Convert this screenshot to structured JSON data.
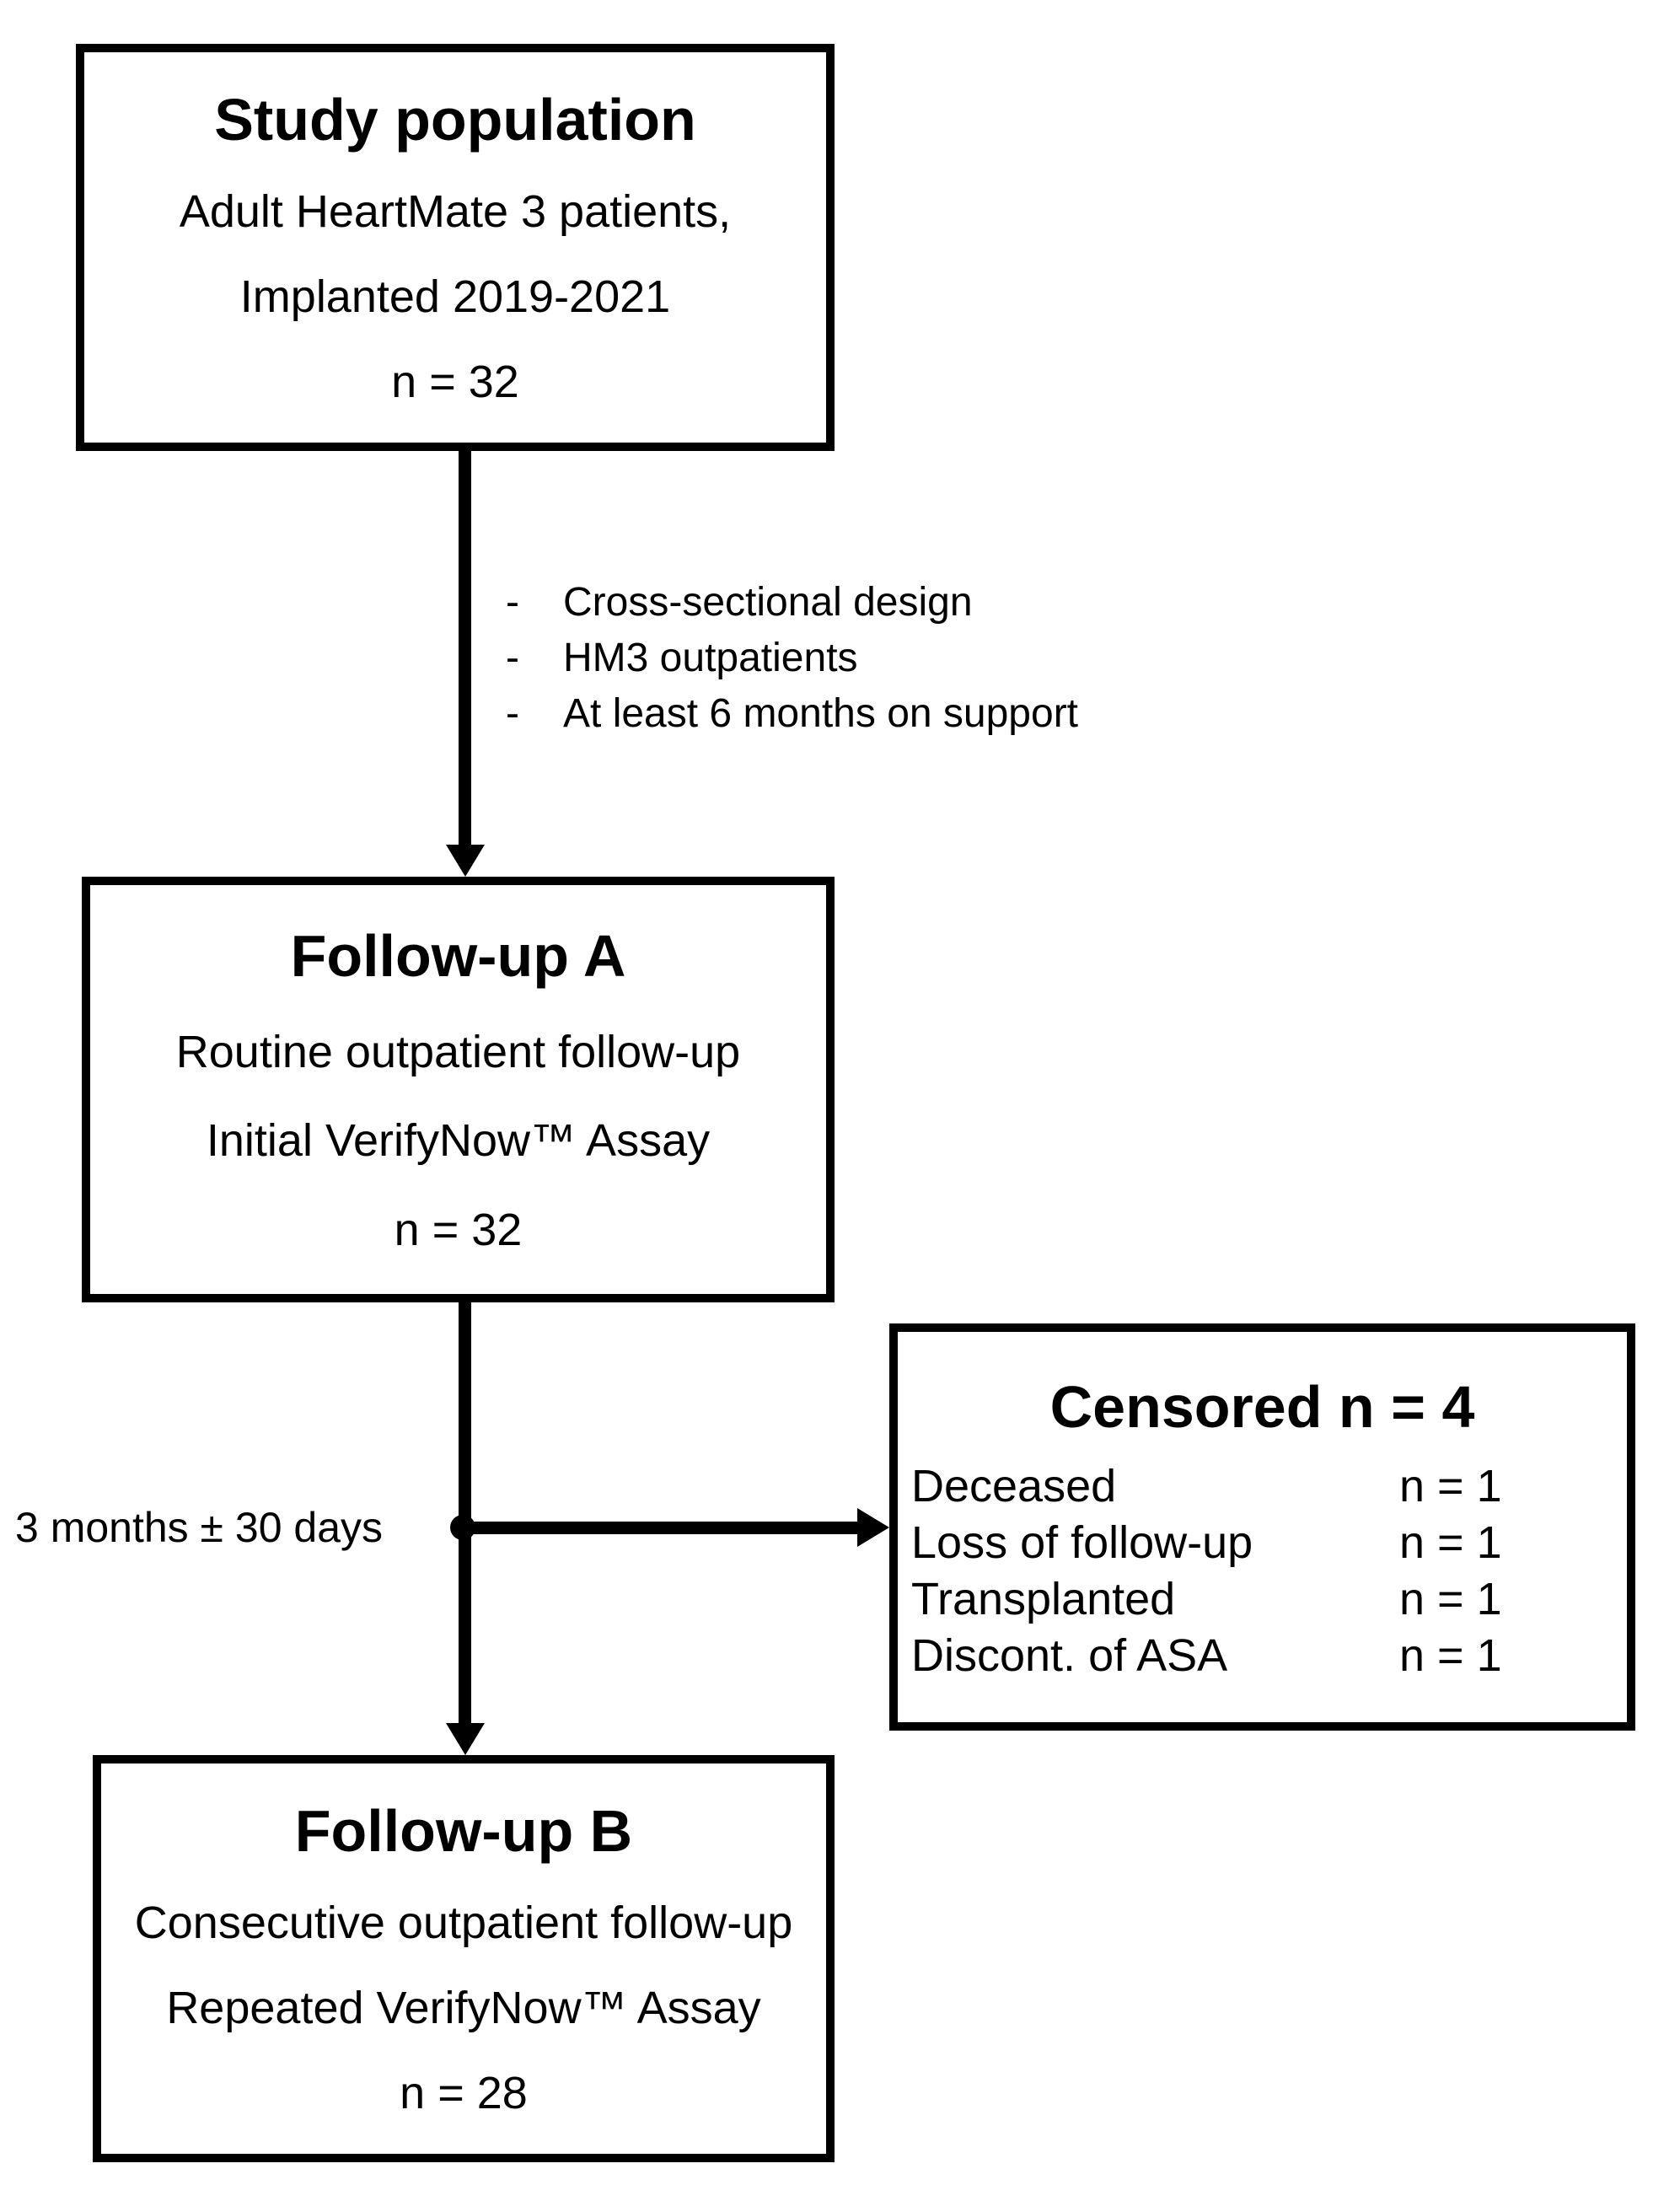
{
  "boxes": {
    "study_population": {
      "title": "Study population",
      "lines": [
        "Adult HeartMate 3 patients,",
        "Implanted 2019-2021",
        "n = 32"
      ]
    },
    "followup_a": {
      "title": "Follow-up A",
      "lines": [
        "Routine outpatient follow-up",
        "Initial VerifyNow™ Assay",
        "n = 32"
      ]
    },
    "censored": {
      "title": "Censored n = 4",
      "rows": [
        {
          "label": "Deceased",
          "value": "n = 1"
        },
        {
          "label": "Loss of follow-up",
          "value": "n = 1"
        },
        {
          "label": "Transplanted",
          "value": "n = 1"
        },
        {
          "label": "Discont. of ASA",
          "value": "n = 1"
        }
      ]
    },
    "followup_b": {
      "title": "Follow-up B",
      "lines": [
        "Consecutive outpatient follow-up",
        "Repeated VerifyNow™ Assay",
        "n = 28"
      ]
    }
  },
  "annotations": {
    "bullet_char": "-",
    "inclusion_criteria": [
      "Cross-sectional design",
      "HM3 outpatients",
      "At least 6 months on support"
    ],
    "interval_label": "3 months ± 30 days"
  },
  "colors": {
    "line": "#000000",
    "background": "#ffffff"
  }
}
